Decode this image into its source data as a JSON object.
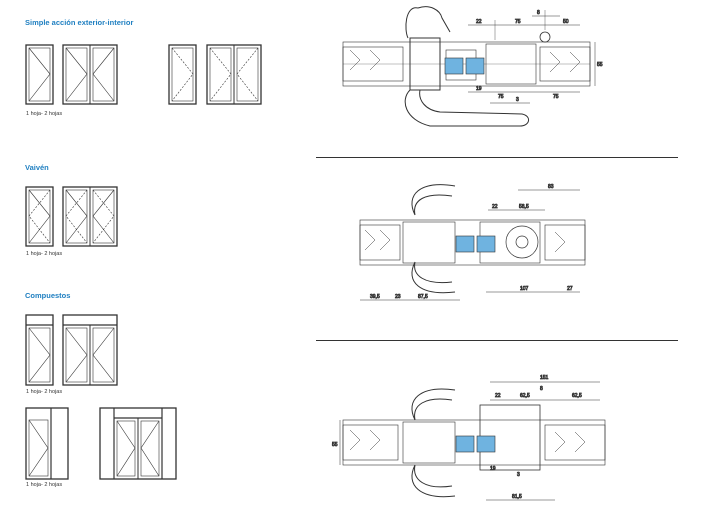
{
  "sections": [
    {
      "heading": "Simple acción exterior-interior",
      "caption": "1 hoja- 2 hojas"
    },
    {
      "heading": "Vaivén",
      "caption": "1 hoja- 2 hojas"
    },
    {
      "heading": "Compuestos",
      "captions": [
        "1 hoja- 2 hojas",
        "1 hoja- 2 hojas"
      ]
    }
  ],
  "drawings": [
    {
      "dims": [
        "22",
        "75",
        "8",
        "50",
        "19",
        "75",
        "75",
        "3",
        "55"
      ]
    },
    {
      "dims": [
        "83",
        "22",
        "58,5",
        "39,5",
        "23",
        "87,5",
        "107",
        "27"
      ]
    },
    {
      "dims": [
        "151",
        "8",
        "22",
        "62,5",
        "62,5",
        "55",
        "19",
        "3",
        "81,5"
      ]
    }
  ],
  "colors": {
    "heading": "#1f7fc1",
    "line": "#333333",
    "glass": "#6fb3e0"
  }
}
